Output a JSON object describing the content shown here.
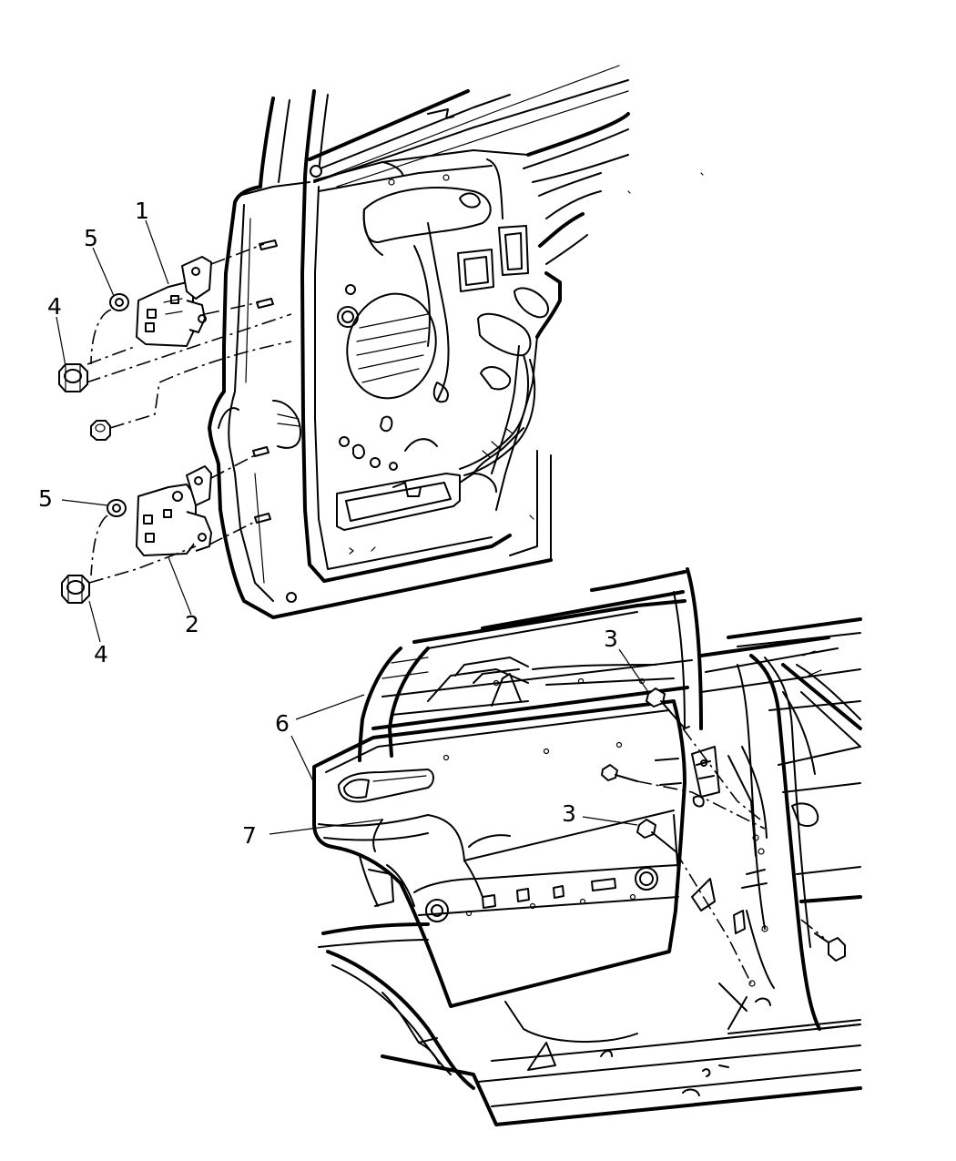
{
  "callouts": {
    "c1": "1",
    "c2": "2",
    "c3a": "3",
    "c3b": "3",
    "c4a": "4",
    "c4b": "4",
    "c5a": "5",
    "c5b": "5",
    "c6": "6",
    "c7": "7"
  },
  "parts": {
    "upper_hinge": "hinge-1",
    "lower_hinge": "hinge-2",
    "body_bolts": "bolt-3",
    "hinge_nuts": "nut-4",
    "hinge_washers": "washer-5",
    "door_seal": "seal-6",
    "door_shell": "door-7"
  }
}
